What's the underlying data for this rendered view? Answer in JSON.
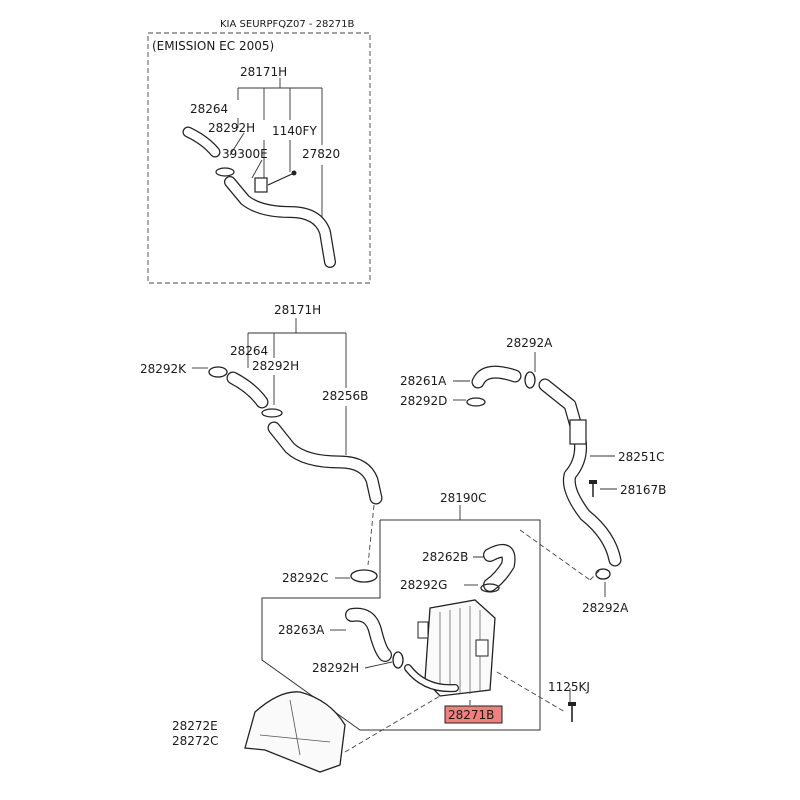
{
  "header": {
    "reference": "KIA SEURPFQZ07 - 28271B",
    "emission_note": "(EMISSION EC 2005)"
  },
  "highlight_color": "#f08080",
  "inset_labels": {
    "assembly": "28171H",
    "hose": "28264",
    "clamp": "28292H",
    "bolt": "1140FY",
    "sensor": "39300E",
    "pipe": "27820"
  },
  "main_labels": {
    "assembly_left": "28171H",
    "hose_left": "28264",
    "clamp_k": "28292K",
    "clamp_h_top": "28292H",
    "pipe_left": "28256B",
    "hose_right": "28261A",
    "clamp_a_top": "28292A",
    "clamp_d": "28292D",
    "pipe_right": "28251C",
    "bolt_right": "28167B",
    "clamp_a_bottom": "28292A",
    "intercooler_assy": "28190C",
    "hose_b": "28262B",
    "clamp_g": "28292G",
    "clamp_c": "28292C",
    "hose_a": "28263A",
    "clamp_h_bottom": "28292H",
    "bolt_bottom": "1125KJ",
    "intercooler": "28271B",
    "duct_e": "28272E",
    "duct_c": "28272C"
  }
}
